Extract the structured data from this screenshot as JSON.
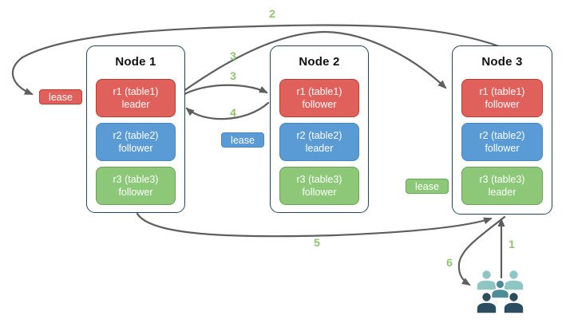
{
  "nodes": [
    {
      "title": "Node 1",
      "replicas": [
        {
          "name": "r1 (table1)",
          "role": "leader",
          "color": "#e0605c"
        },
        {
          "name": "r2 (table2)",
          "role": "follower",
          "color": "#5b9bd5"
        },
        {
          "name": "r3 (table3)",
          "role": "follower",
          "color": "#8cc878"
        }
      ]
    },
    {
      "title": "Node 2",
      "replicas": [
        {
          "name": "r1 (table1)",
          "role": "follower",
          "color": "#e0605c"
        },
        {
          "name": "r2 (table2)",
          "role": "leader",
          "color": "#5b9bd5"
        },
        {
          "name": "r3 (table3)",
          "role": "follower",
          "color": "#8cc878"
        }
      ]
    },
    {
      "title": "Node 3",
      "replicas": [
        {
          "name": "r1 (table1)",
          "role": "follower",
          "color": "#e0605c"
        },
        {
          "name": "r2 (table2)",
          "role": "follower",
          "color": "#5b9bd5"
        },
        {
          "name": "r3 (table3)",
          "role": "leader",
          "color": "#8cc878"
        }
      ]
    }
  ],
  "leases": [
    {
      "label": "lease",
      "color": "#e0605c"
    },
    {
      "label": "lease",
      "color": "#5b9bd5"
    },
    {
      "label": "lease",
      "color": "#8cc878"
    }
  ],
  "steps": [
    {
      "label": "1"
    },
    {
      "label": "2"
    },
    {
      "label": "3"
    },
    {
      "label": "3"
    },
    {
      "label": "4"
    },
    {
      "label": "5"
    },
    {
      "label": "6"
    }
  ],
  "icons": {
    "clients": "users-group-icon"
  },
  "colors": {
    "replica_red": "#e0605c",
    "replica_red_border": "#c0392b",
    "replica_blue": "#5b9bd5",
    "replica_blue_border": "#4a86c5",
    "replica_green": "#8cc878",
    "replica_green_border": "#67a556",
    "node_border": "#23445d",
    "arrow": "#5e5e5e",
    "step_label": "#8fc572",
    "people_light": "#8fc6c4",
    "people_mid": "#4d8d99",
    "people_dark": "#2a4d5f"
  }
}
